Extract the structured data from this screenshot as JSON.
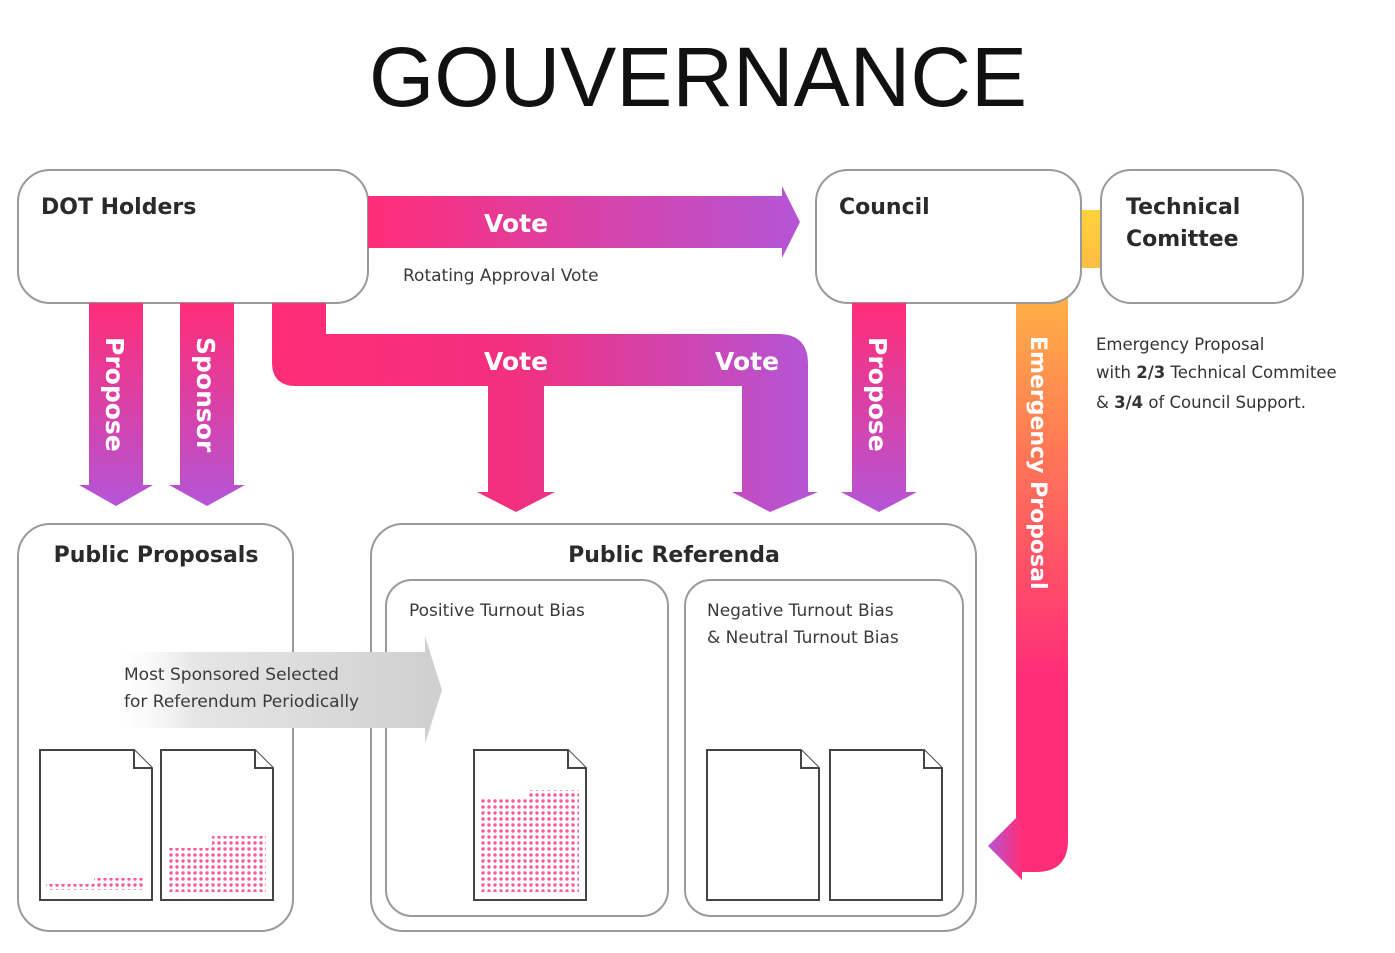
{
  "title": "GOUVERNANCE",
  "boxes": {
    "dot_holders": "DOT Holders",
    "council": "Council",
    "technical_line1": "Technical",
    "technical_line2": "Comittee",
    "public_proposals": "Public Proposals",
    "public_referenda": "Public Referenda",
    "positive_bias": "Positive Turnout Bias",
    "negative_bias_line1": "Negative Turnout Bias",
    "negative_bias_line2": "& Neutral Turnout Bias"
  },
  "arrows": {
    "vote_top": "Vote",
    "rotating": "Rotating Approval Vote",
    "propose_left": "Propose",
    "sponsor": "Sponsor",
    "vote_mid_left": "Vote",
    "vote_mid_right": "Vote",
    "propose_council": "Propose",
    "emergency": "Emergency Proposal",
    "selected_line1": "Most Sponsored Selected",
    "selected_line2": "for Referendum Periodically"
  },
  "emergency_note": {
    "line1": "Emergency Proposal",
    "line2_a": "with ",
    "line2_b": "2/3",
    "line2_c": " Technical Commitee",
    "line3_a": "& ",
    "line3_b": "3/4",
    "line3_c": " of Council Support."
  },
  "colors": {
    "pink": "#ff2d78",
    "purple": "#b455d6",
    "yellow": "#ffd23c",
    "dots": "#ff5a9e"
  }
}
